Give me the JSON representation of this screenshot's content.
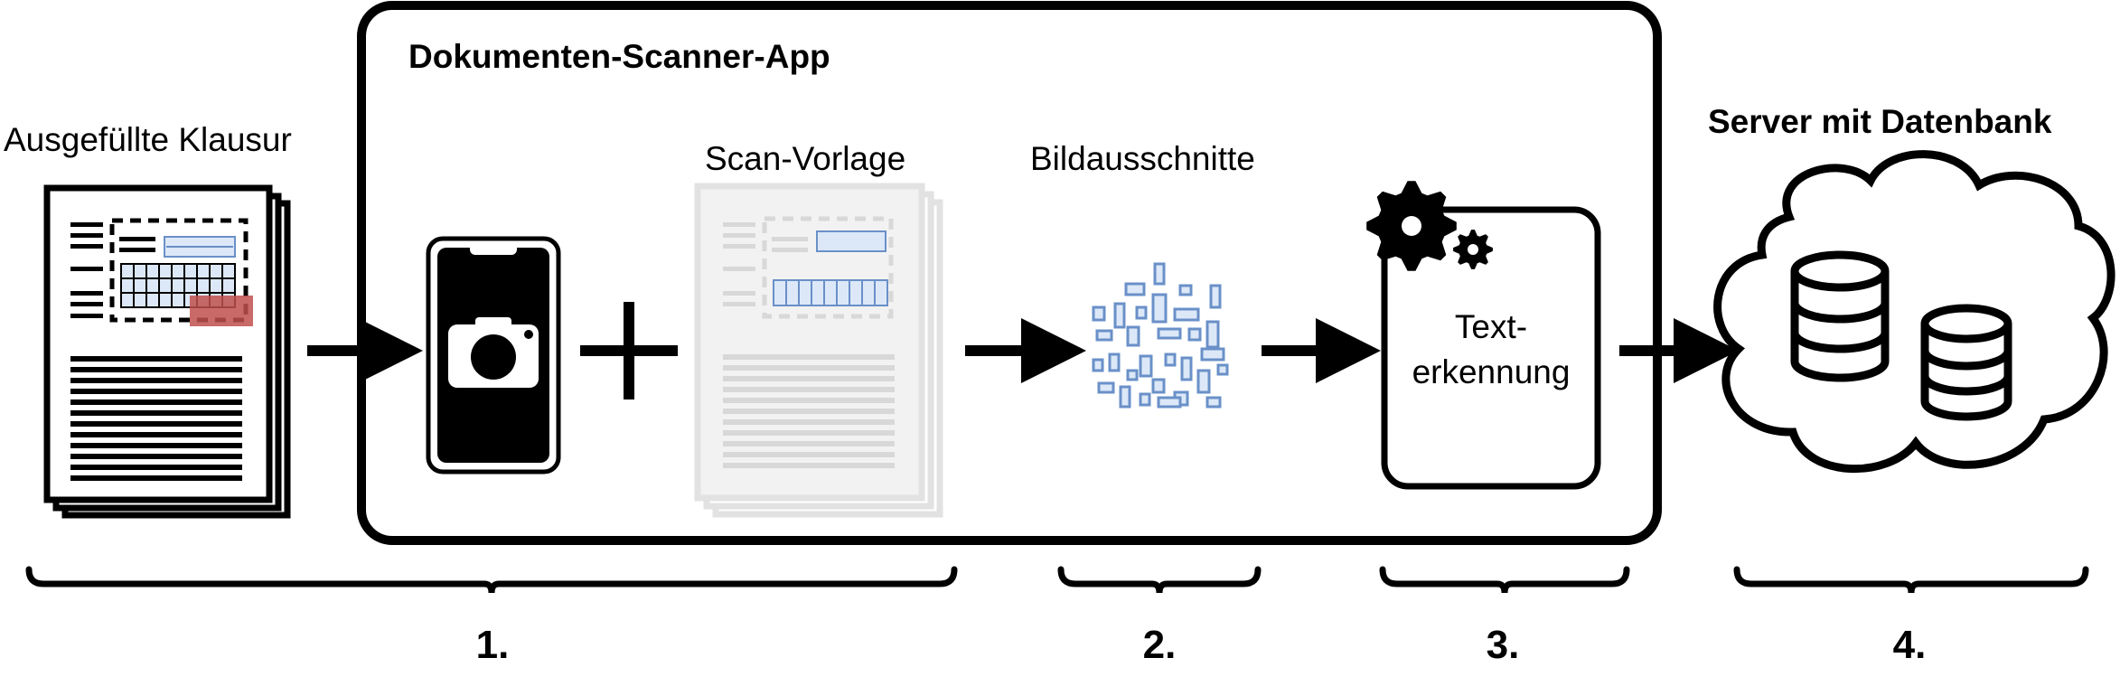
{
  "app_box": {
    "title": "Dokumenten-Scanner-App"
  },
  "labels": {
    "exam": "Ausgefüllte Klausur",
    "template": "Scan-Vorlage",
    "crops": "Bildausschnitte",
    "ocr_line1": "Text-",
    "ocr_line2": "erkennung",
    "server": "Server mit Datenbank"
  },
  "steps": [
    "1.",
    "2.",
    "3.",
    "4."
  ],
  "icons": {
    "exam": "document-stack-icon",
    "phone": "smartphone-camera-icon",
    "plus": "plus-icon",
    "template": "template-document-stack-icon",
    "crops": "image-fragments-icon",
    "gears": "gears-icon",
    "ocr": "ocr-box",
    "server": "cloud-database-icon",
    "arrow": "arrow-right-icon",
    "brace": "curly-brace-icon"
  },
  "colors": {
    "ink": "#000000",
    "fragment_fill": "#dce8f8",
    "fragment_stroke": "#6a90c8",
    "highlight_red": "#c0504d",
    "template_gray": "#cfcfcf"
  }
}
